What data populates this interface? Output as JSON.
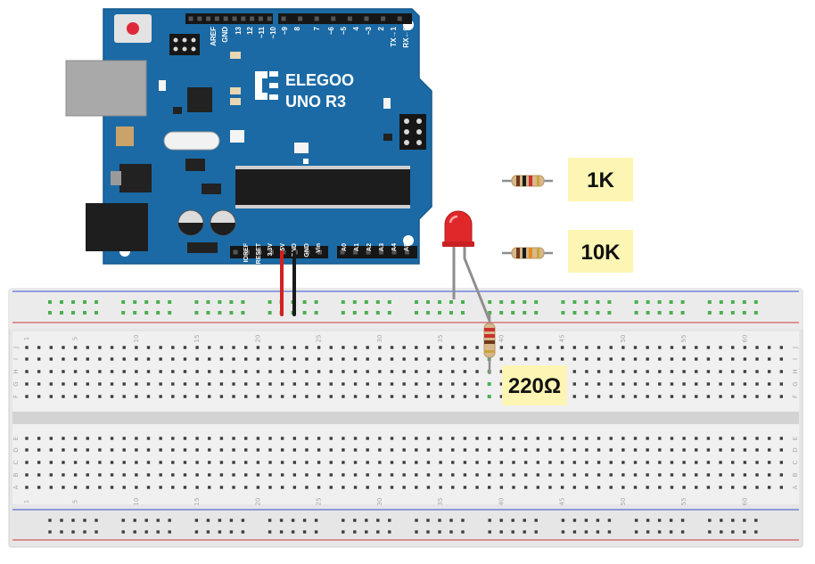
{
  "board": {
    "brand": "ELEGOO",
    "model": "UNO R3",
    "digital_header_labels": [
      "AREF",
      "GND",
      "13",
      "12",
      "~11",
      "~10",
      "~9",
      "8",
      "7",
      "~6",
      "~5",
      "4",
      "~3",
      "2",
      "TX→1",
      "RX←0"
    ],
    "power_header_labels": [
      "IOREF",
      "RESET",
      "3.3V",
      "5V",
      "GND",
      "GND",
      "Vin"
    ],
    "analog_header_labels": [
      "A0",
      "A1",
      "A2",
      "A3",
      "A4",
      "A5"
    ]
  },
  "labels": {
    "r1": "1K",
    "r2": "10K",
    "r3": "220Ω"
  },
  "breadboard": {
    "column_numbers": [
      "1",
      "5",
      "10",
      "15",
      "20",
      "25",
      "30",
      "35",
      "40",
      "45",
      "50",
      "55",
      "60"
    ],
    "top_row_letters": [
      "J",
      "I",
      "H",
      "G",
      "F"
    ],
    "bottom_row_letters": [
      "E",
      "D",
      "C",
      "B",
      "A"
    ]
  },
  "colors": {
    "pcb": "#1b6aa5",
    "label_bg": "#fdf5b4",
    "led": "#e0282b",
    "wire_5v": "#d42020",
    "wire_gnd": "#1a1a1a",
    "rail_red": "#d23a3a",
    "rail_blue": "#3a4fcf",
    "hole_green": "#4caf50"
  }
}
